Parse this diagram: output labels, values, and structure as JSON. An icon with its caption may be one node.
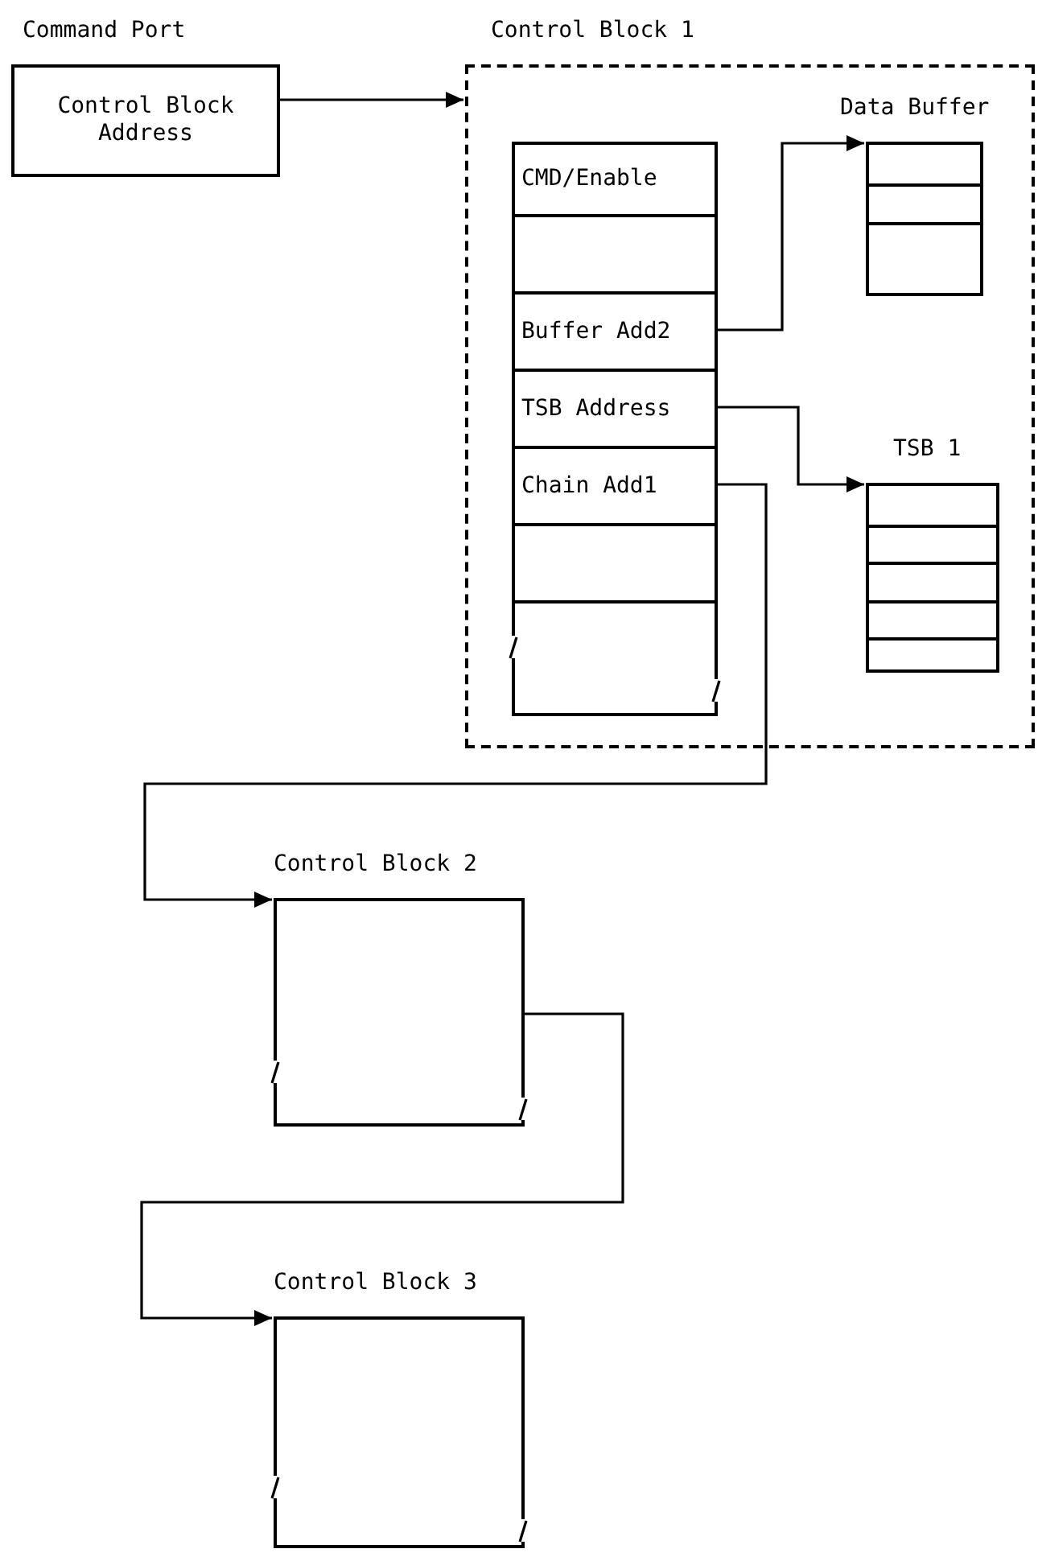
{
  "diagram": {
    "nodes": [
      {
        "text": [
          "Command Port",
          "Control Block Address"
        ]
      },
      {
        "text": [
          "Control Block 1"
        ]
      },
      {
        "text": [],
        "shape": "box",
        "in": 1
      },
      {
        "text": [
          "CMD/Enable"
        ],
        "in": 2
      },
      {
        "text": [],
        "shape": "box",
        "in": 2
      },
      {
        "text": [
          "Buffer Add2"
        ],
        "in": 2
      },
      {
        "text": [
          "TSB Address"
        ],
        "in": 2
      },
      {
        "text": [
          "Chain Add1"
        ],
        "in": 2
      },
      {
        "text": [],
        "shape": "box",
        "in": 2
      },
      {
        "text": [
          "Data Buffer"
        ],
        "in": 1
      },
      {
        "text": [
          "TSB 1"
        ],
        "in": 1
      },
      {
        "text": [
          "Control Block 2"
        ]
      },
      {
        "text": [
          "Control Block 3"
        ]
      }
    ],
    "edges": [
      {
        "from": 0,
        "to": 1,
        "arrow": "to"
      },
      {
        "from": 5,
        "to": 9,
        "arrow": "to"
      },
      {
        "from": 6,
        "to": 10,
        "arrow": "to"
      },
      {
        "from": 7,
        "to": 11,
        "arrow": "to"
      },
      {
        "from": 11,
        "to": 12,
        "arrow": "to"
      }
    ]
  }
}
